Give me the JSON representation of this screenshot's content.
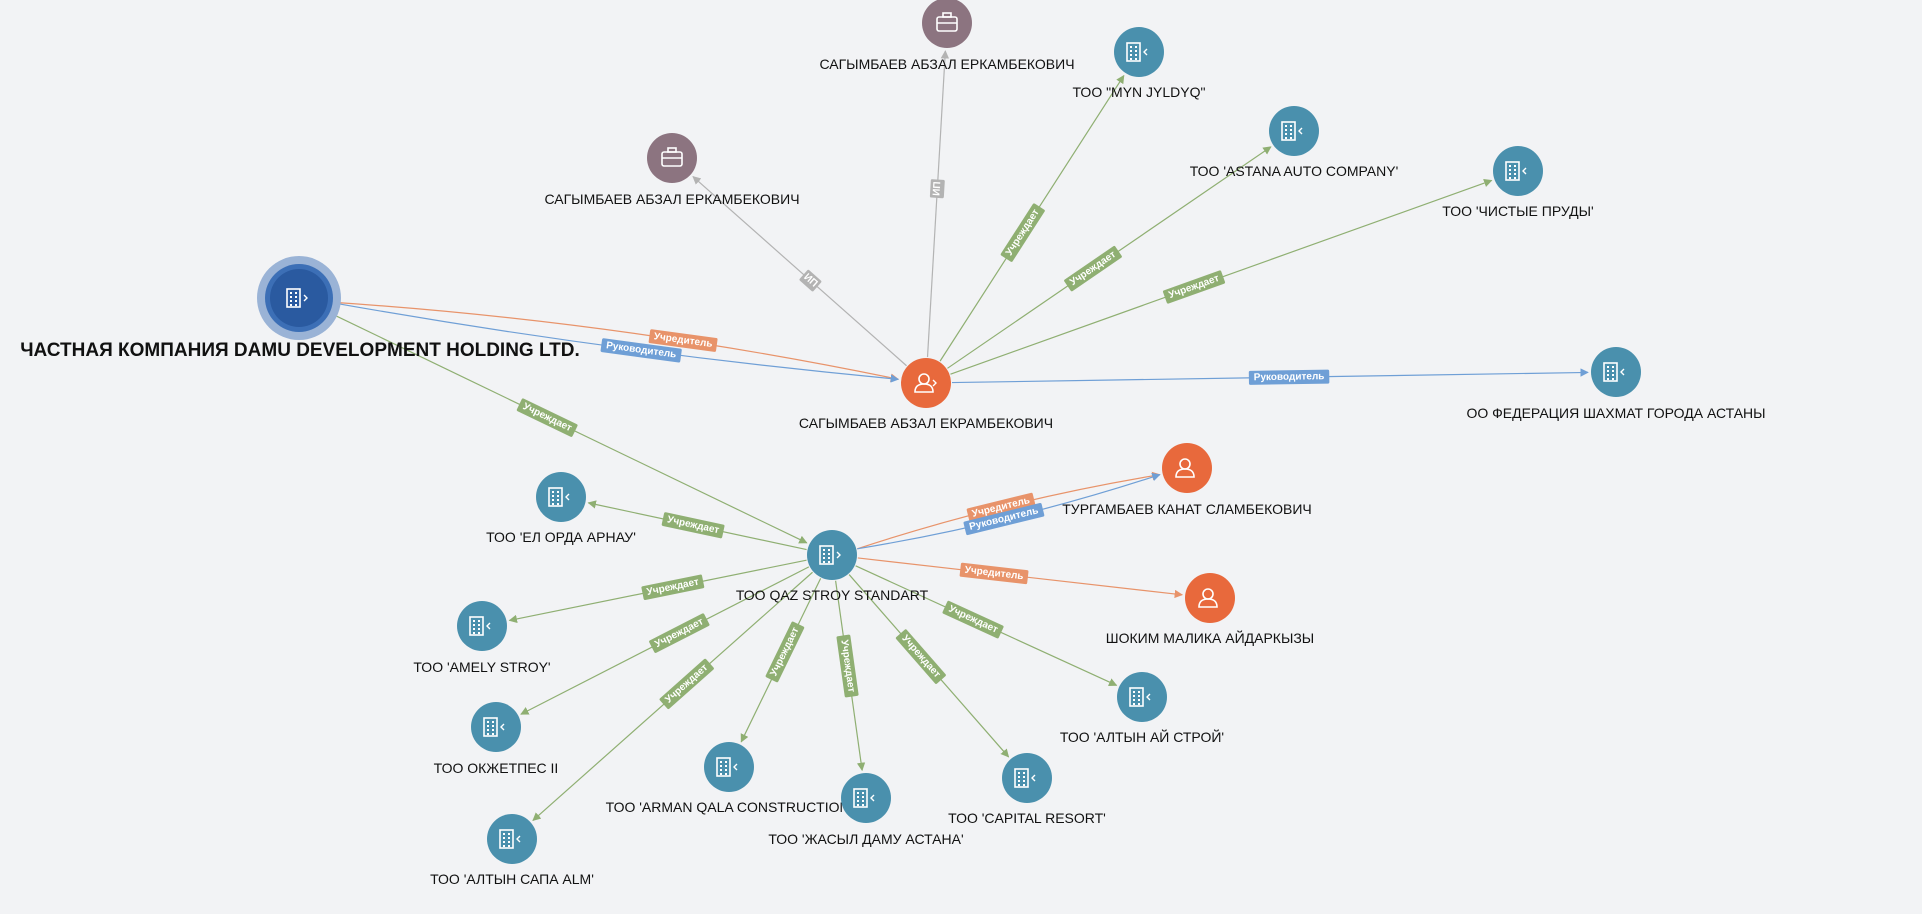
{
  "colors": {
    "background": "#f2f3f5",
    "company": "#4a90ad",
    "company_selected": "#2a5aa0",
    "company_halo": "#9ab3d6",
    "person": "#e8693c",
    "person_other": "#8c7480",
    "edge_founder": "#e8936a",
    "edge_head": "#6f9fd6",
    "edge_establishes": "#8faf72",
    "edge_ip": "#b3b3b3"
  },
  "nodes": [
    {
      "id": "damu",
      "type": "company-selected",
      "icon": "building-icon",
      "label": "ЧАСТНАЯ КОМПАНИЯ DAMU DEVELOPMENT HOLDING LTD."
    },
    {
      "id": "sagym_center",
      "type": "person",
      "icon": "person-icon",
      "label": "САГЫМБАЕВ АБЗАЛ ЕКРАМБЕКОВИЧ"
    },
    {
      "id": "sagym_ip_top",
      "type": "person-other",
      "icon": "briefcase-icon",
      "label": "САГЫМБАЕВ АБЗАЛ ЕРКАМБЕКОВИЧ"
    },
    {
      "id": "sagym_ip_left",
      "type": "person-other",
      "icon": "briefcase-icon",
      "label": "САГЫМБАЕВ АБЗАЛ ЕРКАМБЕКОВИЧ"
    },
    {
      "id": "myn",
      "type": "company",
      "icon": "building-icon",
      "label": "ТОО \"MYN JYLDYQ\""
    },
    {
      "id": "astana_auto",
      "type": "company",
      "icon": "building-icon",
      "label": "ТОО 'ASTANA AUTO COMPANY'"
    },
    {
      "id": "chistye",
      "type": "company",
      "icon": "building-icon",
      "label": "ТОО 'ЧИСТЫЕ ПРУДЫ'"
    },
    {
      "id": "chess",
      "type": "company",
      "icon": "building-icon",
      "label": "ОО ФЕДЕРАЦИЯ ШАХМАТ ГОРОДА АСТАНЫ"
    },
    {
      "id": "qaz",
      "type": "company",
      "icon": "building-icon",
      "label": "ТОО QAZ STROY STANDART"
    },
    {
      "id": "turgam",
      "type": "person",
      "icon": "person-icon",
      "label": "ТУРГАМБАЕВ КАНАТ СЛАМБЕКОВИЧ"
    },
    {
      "id": "shokim",
      "type": "person",
      "icon": "person-icon",
      "label": "ШОКИМ МАЛИКА АЙДАРКЫЗЫ"
    },
    {
      "id": "el_orda",
      "type": "company",
      "icon": "building-icon",
      "label": "ТОО 'ЕЛ ОРДА АРНАУ'"
    },
    {
      "id": "amely",
      "type": "company",
      "icon": "building-icon",
      "label": "ТОО 'AMELY STROY'"
    },
    {
      "id": "okzhetpes",
      "type": "company",
      "icon": "building-icon",
      "label": "ТОО ОКЖЕТПЕС II"
    },
    {
      "id": "altyn_sapa",
      "type": "company",
      "icon": "building-icon",
      "label": "ТОО 'АЛТЫН САПА ALM'"
    },
    {
      "id": "arman",
      "type": "company",
      "icon": "building-icon",
      "label": "ТОО 'ARMAN QALA CONSTRUCTION'"
    },
    {
      "id": "zhasyl",
      "type": "company",
      "icon": "building-icon",
      "label": "ТОО 'ЖАСЫЛ ДАМУ АСТАНА'"
    },
    {
      "id": "capital",
      "type": "company",
      "icon": "building-icon",
      "label": "ТОО 'CAPITAL RESORT'"
    },
    {
      "id": "altyn_ai",
      "type": "company",
      "icon": "building-icon",
      "label": "ТОО 'АЛТЫН АЙ СТРОЙ'"
    }
  ],
  "edges": [
    {
      "from": "damu",
      "to": "sagym_center",
      "kind": "founder",
      "label": "Учредитель"
    },
    {
      "from": "damu",
      "to": "sagym_center",
      "kind": "head",
      "label": "Руководитель"
    },
    {
      "from": "damu",
      "to": "qaz",
      "kind": "establishes",
      "label": "Учреждает"
    },
    {
      "from": "sagym_center",
      "to": "sagym_ip_top",
      "kind": "ip",
      "label": "ИП"
    },
    {
      "from": "sagym_center",
      "to": "sagym_ip_left",
      "kind": "ip",
      "label": "ИП"
    },
    {
      "from": "sagym_center",
      "to": "myn",
      "kind": "establishes",
      "label": "Учреждает"
    },
    {
      "from": "sagym_center",
      "to": "astana_auto",
      "kind": "establishes",
      "label": "Учреждает"
    },
    {
      "from": "sagym_center",
      "to": "chistye",
      "kind": "establishes",
      "label": "Учреждает"
    },
    {
      "from": "sagym_center",
      "to": "chess",
      "kind": "head",
      "label": "Руководитель"
    },
    {
      "from": "qaz",
      "to": "turgam",
      "kind": "founder",
      "label": "Учредитель"
    },
    {
      "from": "qaz",
      "to": "turgam",
      "kind": "head",
      "label": "Руководитель"
    },
    {
      "from": "qaz",
      "to": "shokim",
      "kind": "founder",
      "label": "Учредитель"
    },
    {
      "from": "qaz",
      "to": "el_orda",
      "kind": "establishes",
      "label": "Учреждает"
    },
    {
      "from": "qaz",
      "to": "amely",
      "kind": "establishes",
      "label": "Учреждает"
    },
    {
      "from": "qaz",
      "to": "okzhetpes",
      "kind": "establishes",
      "label": "Учреждает"
    },
    {
      "from": "qaz",
      "to": "altyn_sapa",
      "kind": "establishes",
      "label": "Учреждает"
    },
    {
      "from": "qaz",
      "to": "arman",
      "kind": "establishes",
      "label": "Учреждает"
    },
    {
      "from": "qaz",
      "to": "zhasyl",
      "kind": "establishes",
      "label": "Учреждает"
    },
    {
      "from": "qaz",
      "to": "capital",
      "kind": "establishes",
      "label": "Учреждает"
    },
    {
      "from": "qaz",
      "to": "altyn_ai",
      "kind": "establishes",
      "label": "Учреждает"
    }
  ]
}
